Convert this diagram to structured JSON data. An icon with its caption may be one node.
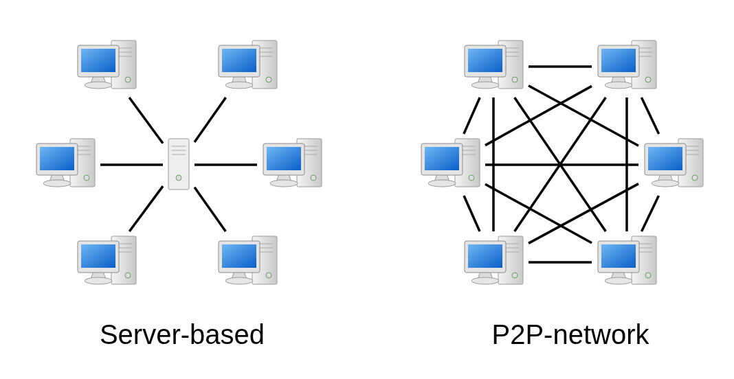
{
  "diagram": {
    "nodes": [
      {
        "text": [],
        "shape": "computer"
      },
      {
        "text": [],
        "shape": "computer"
      },
      {
        "text": [],
        "shape": "computer"
      },
      {
        "text": [],
        "shape": "server"
      },
      {
        "text": [],
        "shape": "computer"
      },
      {
        "text": [],
        "shape": "computer"
      },
      {
        "text": [],
        "shape": "computer"
      },
      {
        "text": [],
        "shape": "computer"
      },
      {
        "text": [],
        "shape": "computer"
      },
      {
        "text": [],
        "shape": "computer"
      },
      {
        "text": [],
        "shape": "computer"
      },
      {
        "text": [],
        "shape": "computer"
      },
      {
        "text": [],
        "shape": "computer"
      }
    ],
    "edges": [
      {
        "from": 3,
        "to": 0,
        "arrow": "none"
      },
      {
        "from": 3,
        "to": 1,
        "arrow": "none"
      },
      {
        "from": 3,
        "to": 2,
        "arrow": "none"
      },
      {
        "from": 3,
        "to": 4,
        "arrow": "none"
      },
      {
        "from": 3,
        "to": 5,
        "arrow": "none"
      },
      {
        "from": 3,
        "to": 6,
        "arrow": "none"
      },
      {
        "from": 7,
        "to": 8,
        "arrow": "none"
      },
      {
        "from": 7,
        "to": 9,
        "arrow": "none"
      },
      {
        "from": 7,
        "to": 10,
        "arrow": "none"
      },
      {
        "from": 7,
        "to": 11,
        "arrow": "none"
      },
      {
        "from": 7,
        "to": 12,
        "arrow": "none"
      },
      {
        "from": 8,
        "to": 9,
        "arrow": "none"
      },
      {
        "from": 8,
        "to": 10,
        "arrow": "none"
      },
      {
        "from": 8,
        "to": 11,
        "arrow": "none"
      },
      {
        "from": 8,
        "to": 12,
        "arrow": "none"
      },
      {
        "from": 9,
        "to": 10,
        "arrow": "none"
      },
      {
        "from": 9,
        "to": 11,
        "arrow": "none"
      },
      {
        "from": 9,
        "to": 12,
        "arrow": "none"
      },
      {
        "from": 10,
        "to": 11,
        "arrow": "none"
      },
      {
        "from": 10,
        "to": 12,
        "arrow": "none"
      },
      {
        "from": 11,
        "to": 12,
        "arrow": "none"
      }
    ],
    "labels": [
      "Server-based",
      "P2P-network"
    ]
  }
}
